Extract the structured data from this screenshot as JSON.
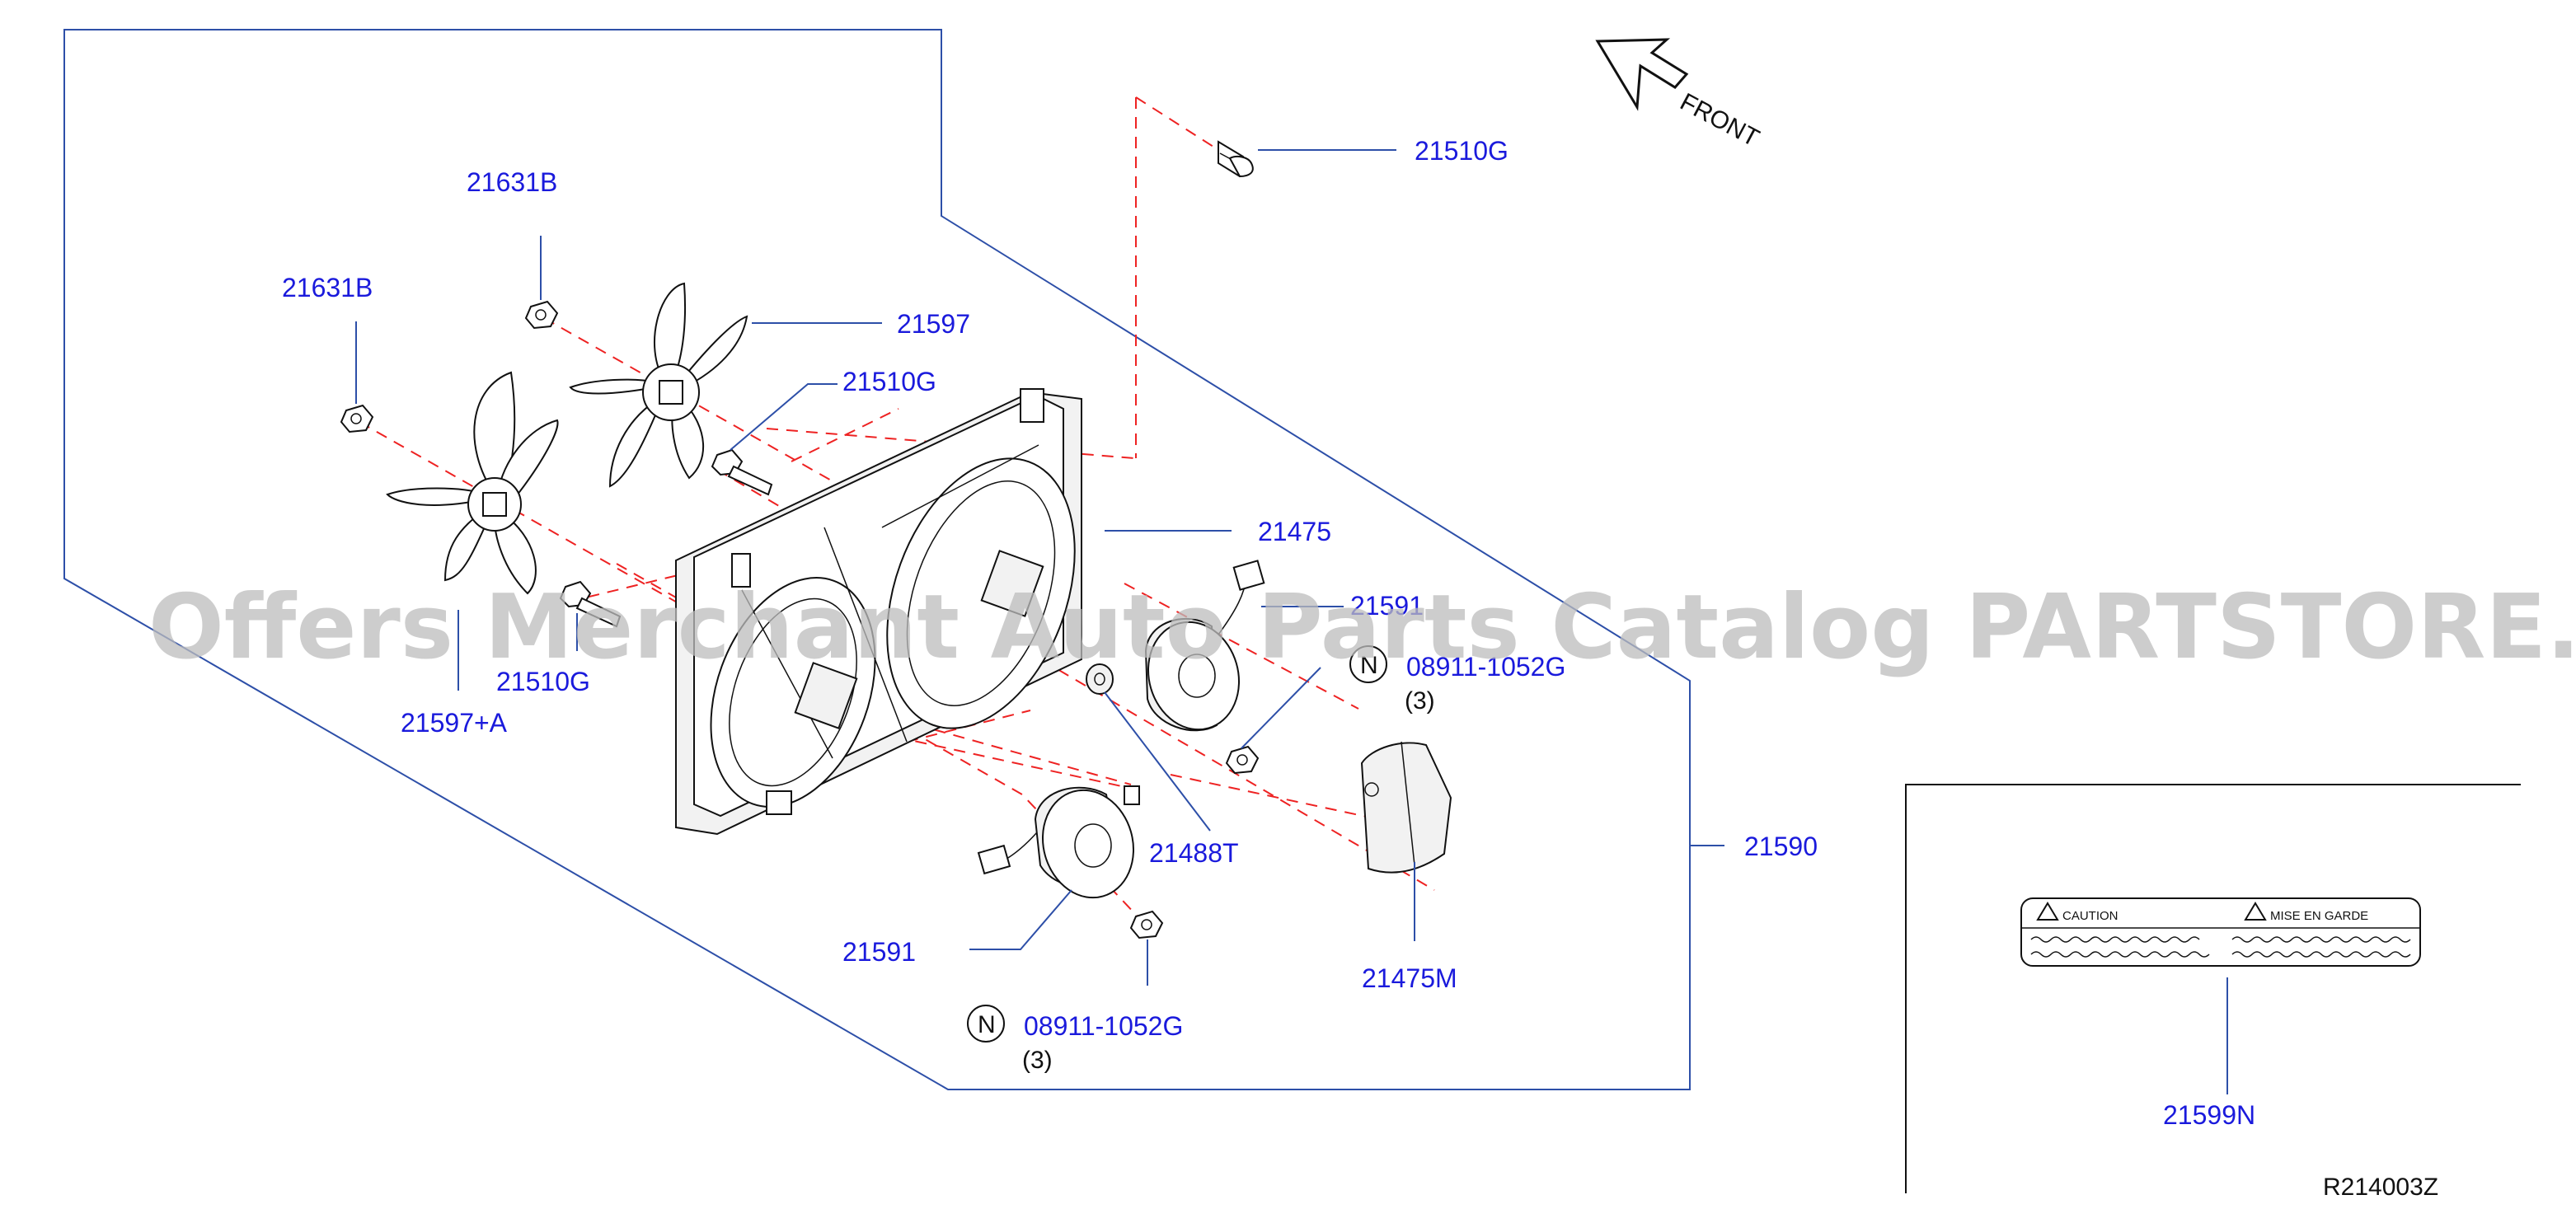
{
  "front_label": "FRONT",
  "diagram_code": "R214003Z",
  "watermark": "Offers Merchant Auto Parts Catalog PARTSTORE.SA",
  "caution_label": {
    "caution": "CAUTION",
    "mise_en_garde": "MISE  EN  GARDE"
  },
  "parts": {
    "p21510g_top": "21510G",
    "p21631b_a": "21631B",
    "p21631b_b": "21631B",
    "p21597": "21597",
    "p21510g_mid": "21510G",
    "p21475": "21475",
    "p21591_right": "21591",
    "p08911_right": "08911-1052G",
    "qty_right": "(3)",
    "p21510g_left": "21510G",
    "p21597a": "21597+A",
    "p21488t": "21488T",
    "p21590": "21590",
    "p21591_left": "21591",
    "p21475m": "21475M",
    "p08911_left": "08911-1052G",
    "qty_left": "(3)",
    "p21599n": "21599N"
  },
  "n_marker": "N",
  "colors": {
    "label": "#1a1adc",
    "leader": "#2d4fa8",
    "dash": "#e22222"
  }
}
